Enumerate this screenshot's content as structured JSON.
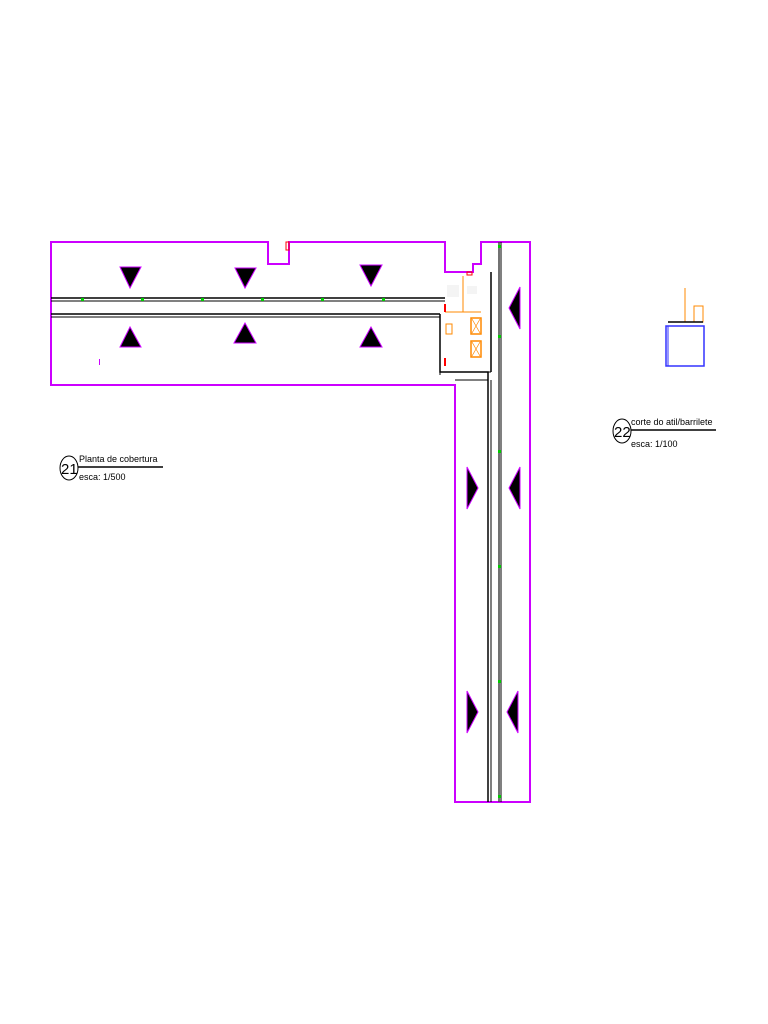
{
  "drawings": [
    {
      "number": "21",
      "title": "Planta de cobertura",
      "scale": "esca: 1/500"
    },
    {
      "number": "22",
      "title": "corte do atil/barrilete",
      "scale": "esca: 1/100"
    }
  ],
  "colors": {
    "outline": "#cc00ff",
    "gutter": "#000000",
    "drain": "#00cc00",
    "fixture": "#ff8800",
    "marker": "#ff0000",
    "section_box": "#3333ff"
  }
}
